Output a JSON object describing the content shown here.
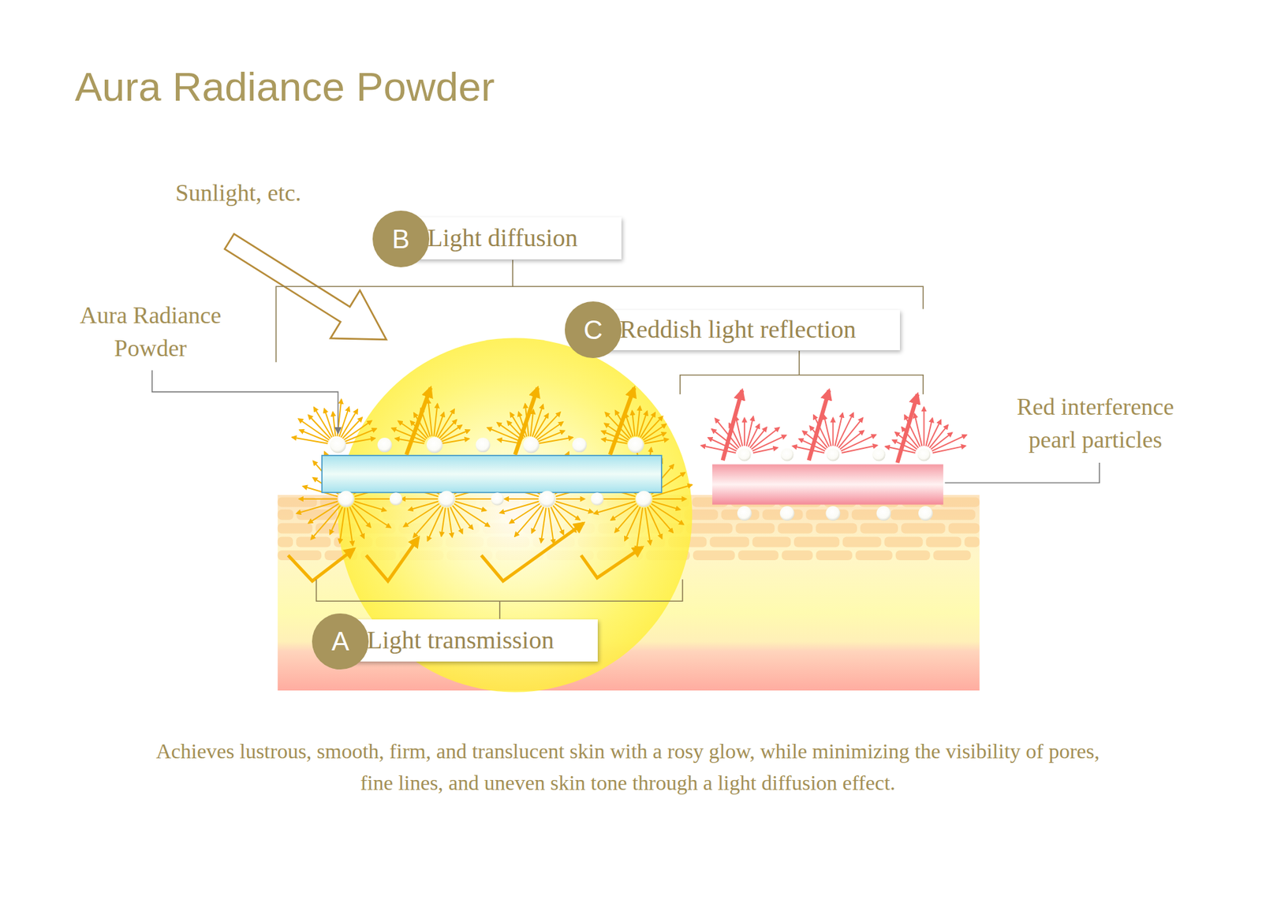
{
  "diagram": {
    "title": "Aura Radiance Powder",
    "caption": "Achieves lustrous, smooth, firm, and translucent skin with a rosy glow, while minimizing the visibility of pores, fine lines, and uneven skin tone through a light diffusion effect.",
    "nodes": [
      {
        "text": [
          "B",
          "Light diffusion"
        ]
      },
      {
        "text": [
          "C",
          "Reddish light reflection"
        ]
      },
      {
        "text": [
          "A",
          "Light transmission"
        ]
      }
    ],
    "labels": [
      "Sunlight, etc.",
      "Aura Radiance Powder",
      "Red interference pearl particles"
    ]
  }
}
